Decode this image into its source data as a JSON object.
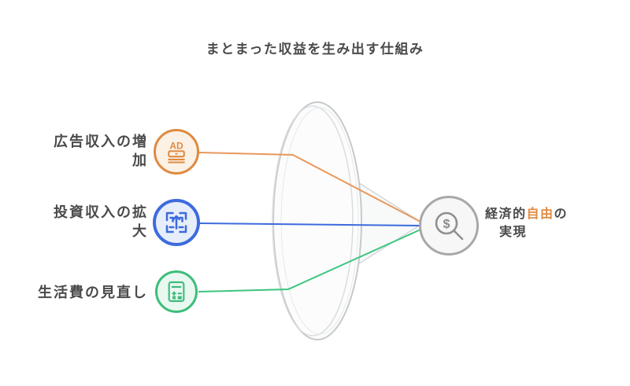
{
  "title": "まとまった収益を生み出す仕組み",
  "colors": {
    "orange": "#DF8A41",
    "orange-light": "#FBF1E5",
    "orange-line": "#E8985C",
    "blue": "#3D6BDD",
    "blue-light": "#E7EEFB",
    "green": "#3EBD7B",
    "green-light": "#E9F8F0",
    "gray": "#A8A8A8",
    "gray-light": "#F7F7F7",
    "glyph-gray": "#8F8F8F",
    "text": "#4A4A4A",
    "lens-stroke": "#C6CACD"
  },
  "inputs": [
    {
      "id": "ads",
      "line1": "広告収入の増",
      "line2": "加",
      "icon": "ad-billboard-icon",
      "accent": "#DF8A41"
    },
    {
      "id": "invest",
      "line1": "投資収入の拡",
      "line2": "大",
      "icon": "maze-arrow-icon",
      "accent": "#3D6BDD"
    },
    {
      "id": "expenses",
      "line1": "生活費の見直し",
      "line2": "",
      "icon": "calculator-icon",
      "accent": "#3EBD7B"
    }
  ],
  "output": {
    "line1_prefix": "経済的",
    "line1_highlight": "自由",
    "line1_suffix": "の",
    "line2": "実現",
    "icon": "money-search-icon"
  },
  "icon_texts": {
    "ad": "AD",
    "dollar": "$"
  }
}
